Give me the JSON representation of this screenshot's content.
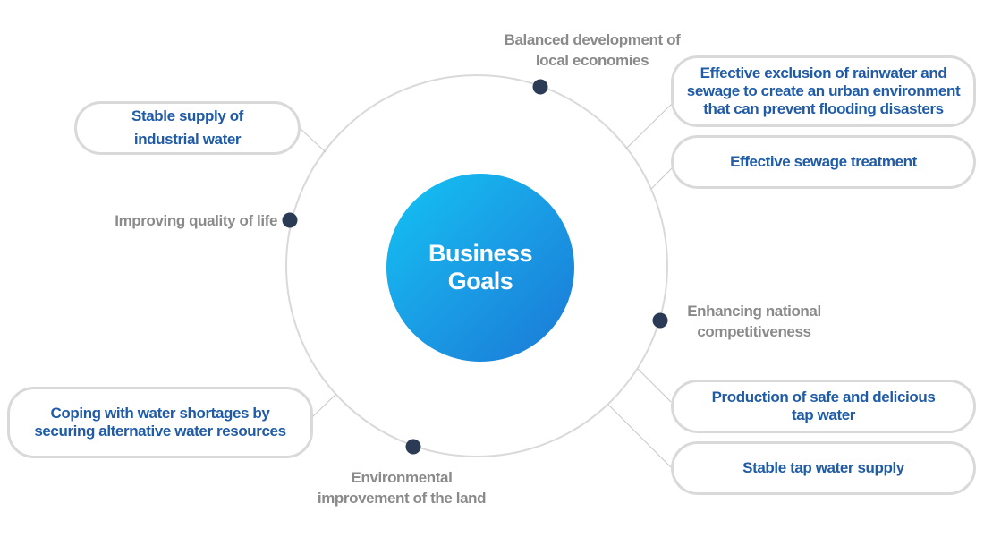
{
  "center": {
    "line1": "Business",
    "line2": "Goals"
  },
  "goals": {
    "balanced": {
      "line1": "Balanced development of",
      "line2": "local economies"
    },
    "quality": {
      "line1": "Improving quality of life"
    },
    "competitiveness": {
      "line1": "Enhancing national",
      "line2": "competitiveness"
    },
    "environment": {
      "line1": "Environmental",
      "line2": "improvement of the land"
    }
  },
  "projects": {
    "industrial": {
      "line1": "Stable supply of",
      "line2": "industrial water"
    },
    "rainwater": {
      "line1": "Effective exclusion of rainwater and",
      "line2": "sewage to create an urban environment",
      "line3": "that can prevent flooding disasters"
    },
    "sewage": {
      "line1": "Effective sewage treatment"
    },
    "shortages": {
      "line1": "Coping with water shortages by",
      "line2": "securing alternative water resources"
    },
    "tapwater_safe": {
      "line1": "Production of safe and delicious",
      "line2": "tap water"
    },
    "tapwater_supply": {
      "line1": "Stable tap water supply"
    }
  },
  "colors": {
    "pill_text": "#1f5ba6",
    "goal_text": "#8a8a8a",
    "dot": "#2b3a55",
    "ring": "#d9d9d9",
    "center_gradient_start": "#12c4f4",
    "center_gradient_end": "#1b78d6"
  }
}
